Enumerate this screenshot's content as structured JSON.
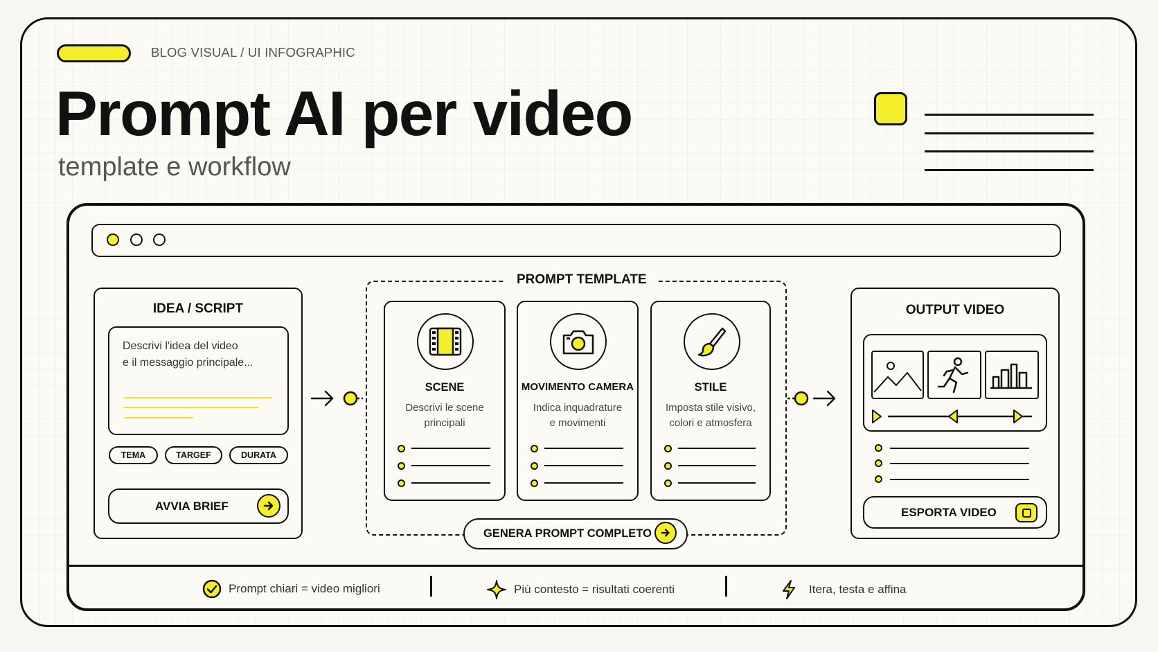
{
  "header": {
    "eyebrow": "BLOG VISUAL / UI INFOGRAPHIC",
    "title": "Prompt AI per video",
    "subtitle": "template e workflow"
  },
  "idea_panel": {
    "title": "IDEA / SCRIPT",
    "textarea_line1": "Descrivi l'idea del video",
    "textarea_line2": "e il messaggio principale...",
    "chips": [
      "TEMA",
      "TARGEF",
      "DURATA"
    ],
    "button_label": "AVVIA BRIEF"
  },
  "template": {
    "label": "PROMPT TEMPLATE",
    "cards": [
      {
        "title": "SCENE",
        "desc1": "Descrivi le scene",
        "desc2": "principali",
        "icon": "film-icon"
      },
      {
        "title": "MOVIMENTO CAMERA",
        "desc1": "Indica inquadrature",
        "desc2": "e movimenti",
        "icon": "camera-icon"
      },
      {
        "title": "STILE",
        "desc1": "Imposta stile visivo,",
        "desc2": "colori e atmosfera",
        "icon": "brush-icon"
      }
    ],
    "button_label": "GENERA PROMPT COMPLETO"
  },
  "output_panel": {
    "title": "OUTPUT VIDEO",
    "button_label": "ESPORTA VIDEO"
  },
  "footer": {
    "items": [
      "Prompt chiari = video migliori",
      "Più contesto = risultati coerenti",
      "Itera, testa e affina"
    ]
  },
  "colors": {
    "accent": "#f5ee2a",
    "ink": "#111111",
    "background": "#f8f6f0"
  }
}
